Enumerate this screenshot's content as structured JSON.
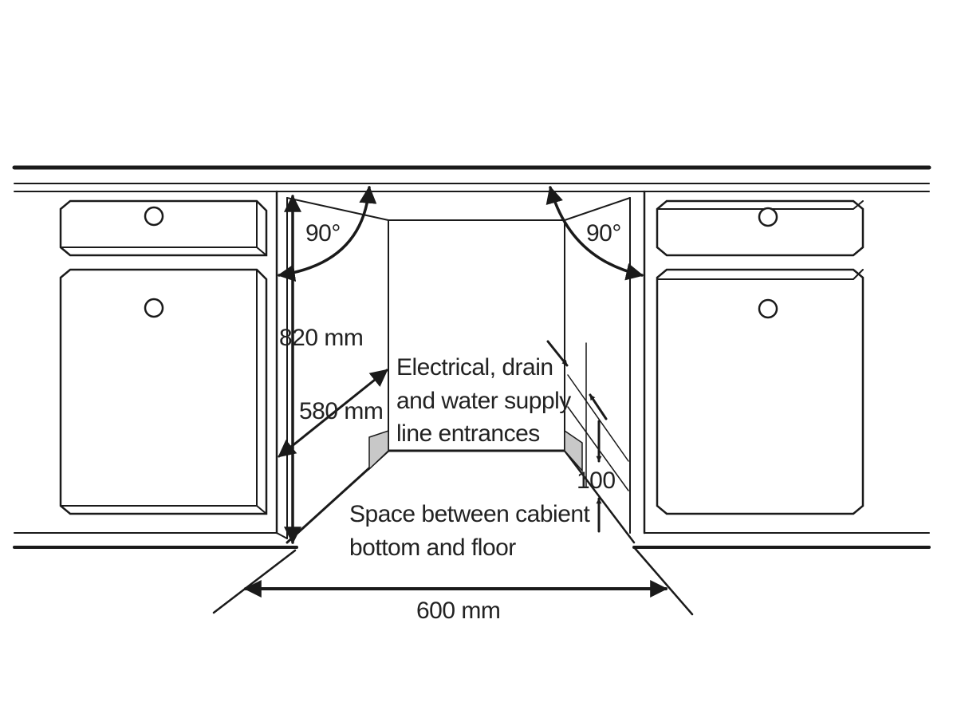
{
  "labels": {
    "angle_left": "90°",
    "angle_right": "90°",
    "height": "820 mm",
    "depth": "580 mm",
    "entrances_line1": "Electrical, drain",
    "entrances_line2": "and water supply",
    "entrances_line3": "line entrances",
    "gap_value": "100",
    "space_line1": "Space between cabient",
    "space_line2": "bottom and floor",
    "width": "600 mm"
  },
  "colors": {
    "line": "#1a1a1a",
    "text": "#222222",
    "entrance_fill": "#c8c8c8",
    "background": "#ffffff"
  }
}
